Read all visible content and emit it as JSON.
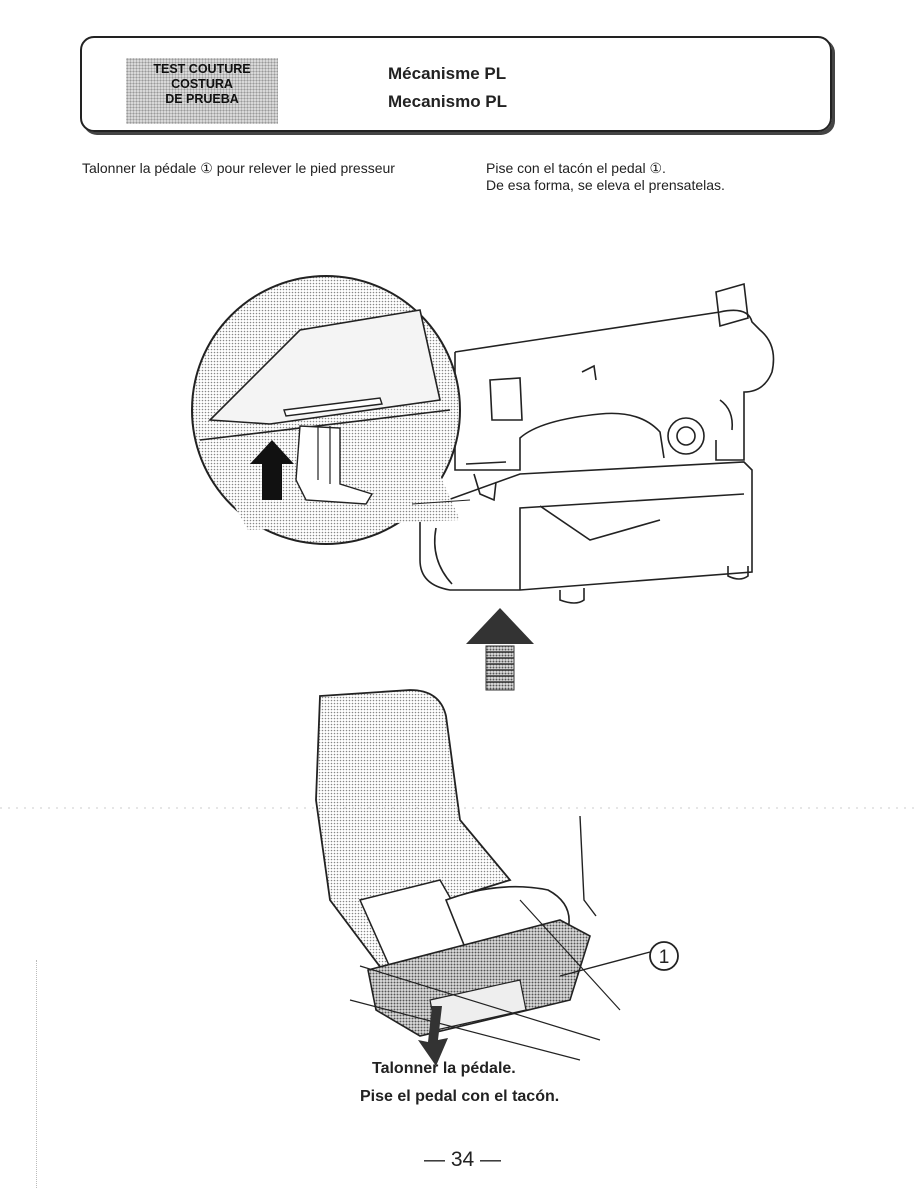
{
  "header": {
    "tag_lines": [
      "TEST COUTURE",
      "COSTURA",
      "DE PRUEBA"
    ],
    "title_fr": "Mécanisme PL",
    "title_es": "Mecanismo PL"
  },
  "instructions": {
    "fr": "Talonner la pédale ① pour relever le pied presseur",
    "es_line1": "Pise con el tacón el pedal ①.",
    "es_line2": "De esa forma, se eleva el prensatelas."
  },
  "illustration": {
    "callout_label": "1",
    "upper": "sewing-machine-presser-foot-lifted",
    "lower": "foot-pressing-pedal-heel"
  },
  "captions": {
    "fr": "Talonner la pédale.",
    "es": "Pise el pedal con el tacón."
  },
  "page_number": "— 34 —"
}
